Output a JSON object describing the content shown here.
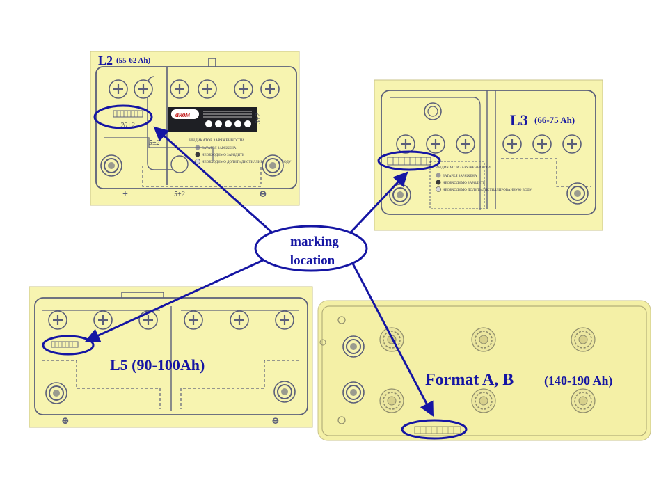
{
  "panels": {
    "l2": {
      "code": "L2",
      "range": "(55-62 Ah)"
    },
    "l3": {
      "code": "L3",
      "range": "(66-75 Ah)"
    },
    "l5": {
      "label": "L5 (90-100Ah)"
    },
    "format": {
      "code": "Format A, B",
      "range": "(140-190 Ah)"
    }
  },
  "center": {
    "line1": "marking",
    "line2": "location"
  },
  "l2_detail": {
    "dim_20": "20±2",
    "dim_5a": "5±2",
    "dim_5b": "5±2",
    "dim_3": "3±2",
    "brand": "аком",
    "indicator_title": "ИНДИКАТОР ЗАРЯЖЕННОСТИ",
    "indicator_item1": "БАТАРЕЯ ЗАРЯЖЕНА",
    "indicator_item2": "НЕОБХОДИМО ЗАРЯДИТЬ",
    "indicator_item3": "НЕОБХОДИМО ДОЛИТЬ ДИСТИЛЛИРОВАННУЮ ВОДУ"
  },
  "l3_detail": {
    "indicator_title": "ИНДИКАТОР ЗАРЯЖЕННОСТИ",
    "indicator_item1": "БАТАРЕЯ ЗАРЯЖЕНА",
    "indicator_item2": "НЕОБХОДИМО ЗАРЯДИТЬ",
    "indicator_item3": "НЕОБХОДИМО ДОЛИТЬ ДИСТИЛЛИРОВАННУЮ ВОДУ"
  },
  "colors": {
    "panel_fill": "#f7f4b0",
    "line": "#5b5f7a",
    "accent": "#1515a3",
    "background": "#ffffff"
  }
}
